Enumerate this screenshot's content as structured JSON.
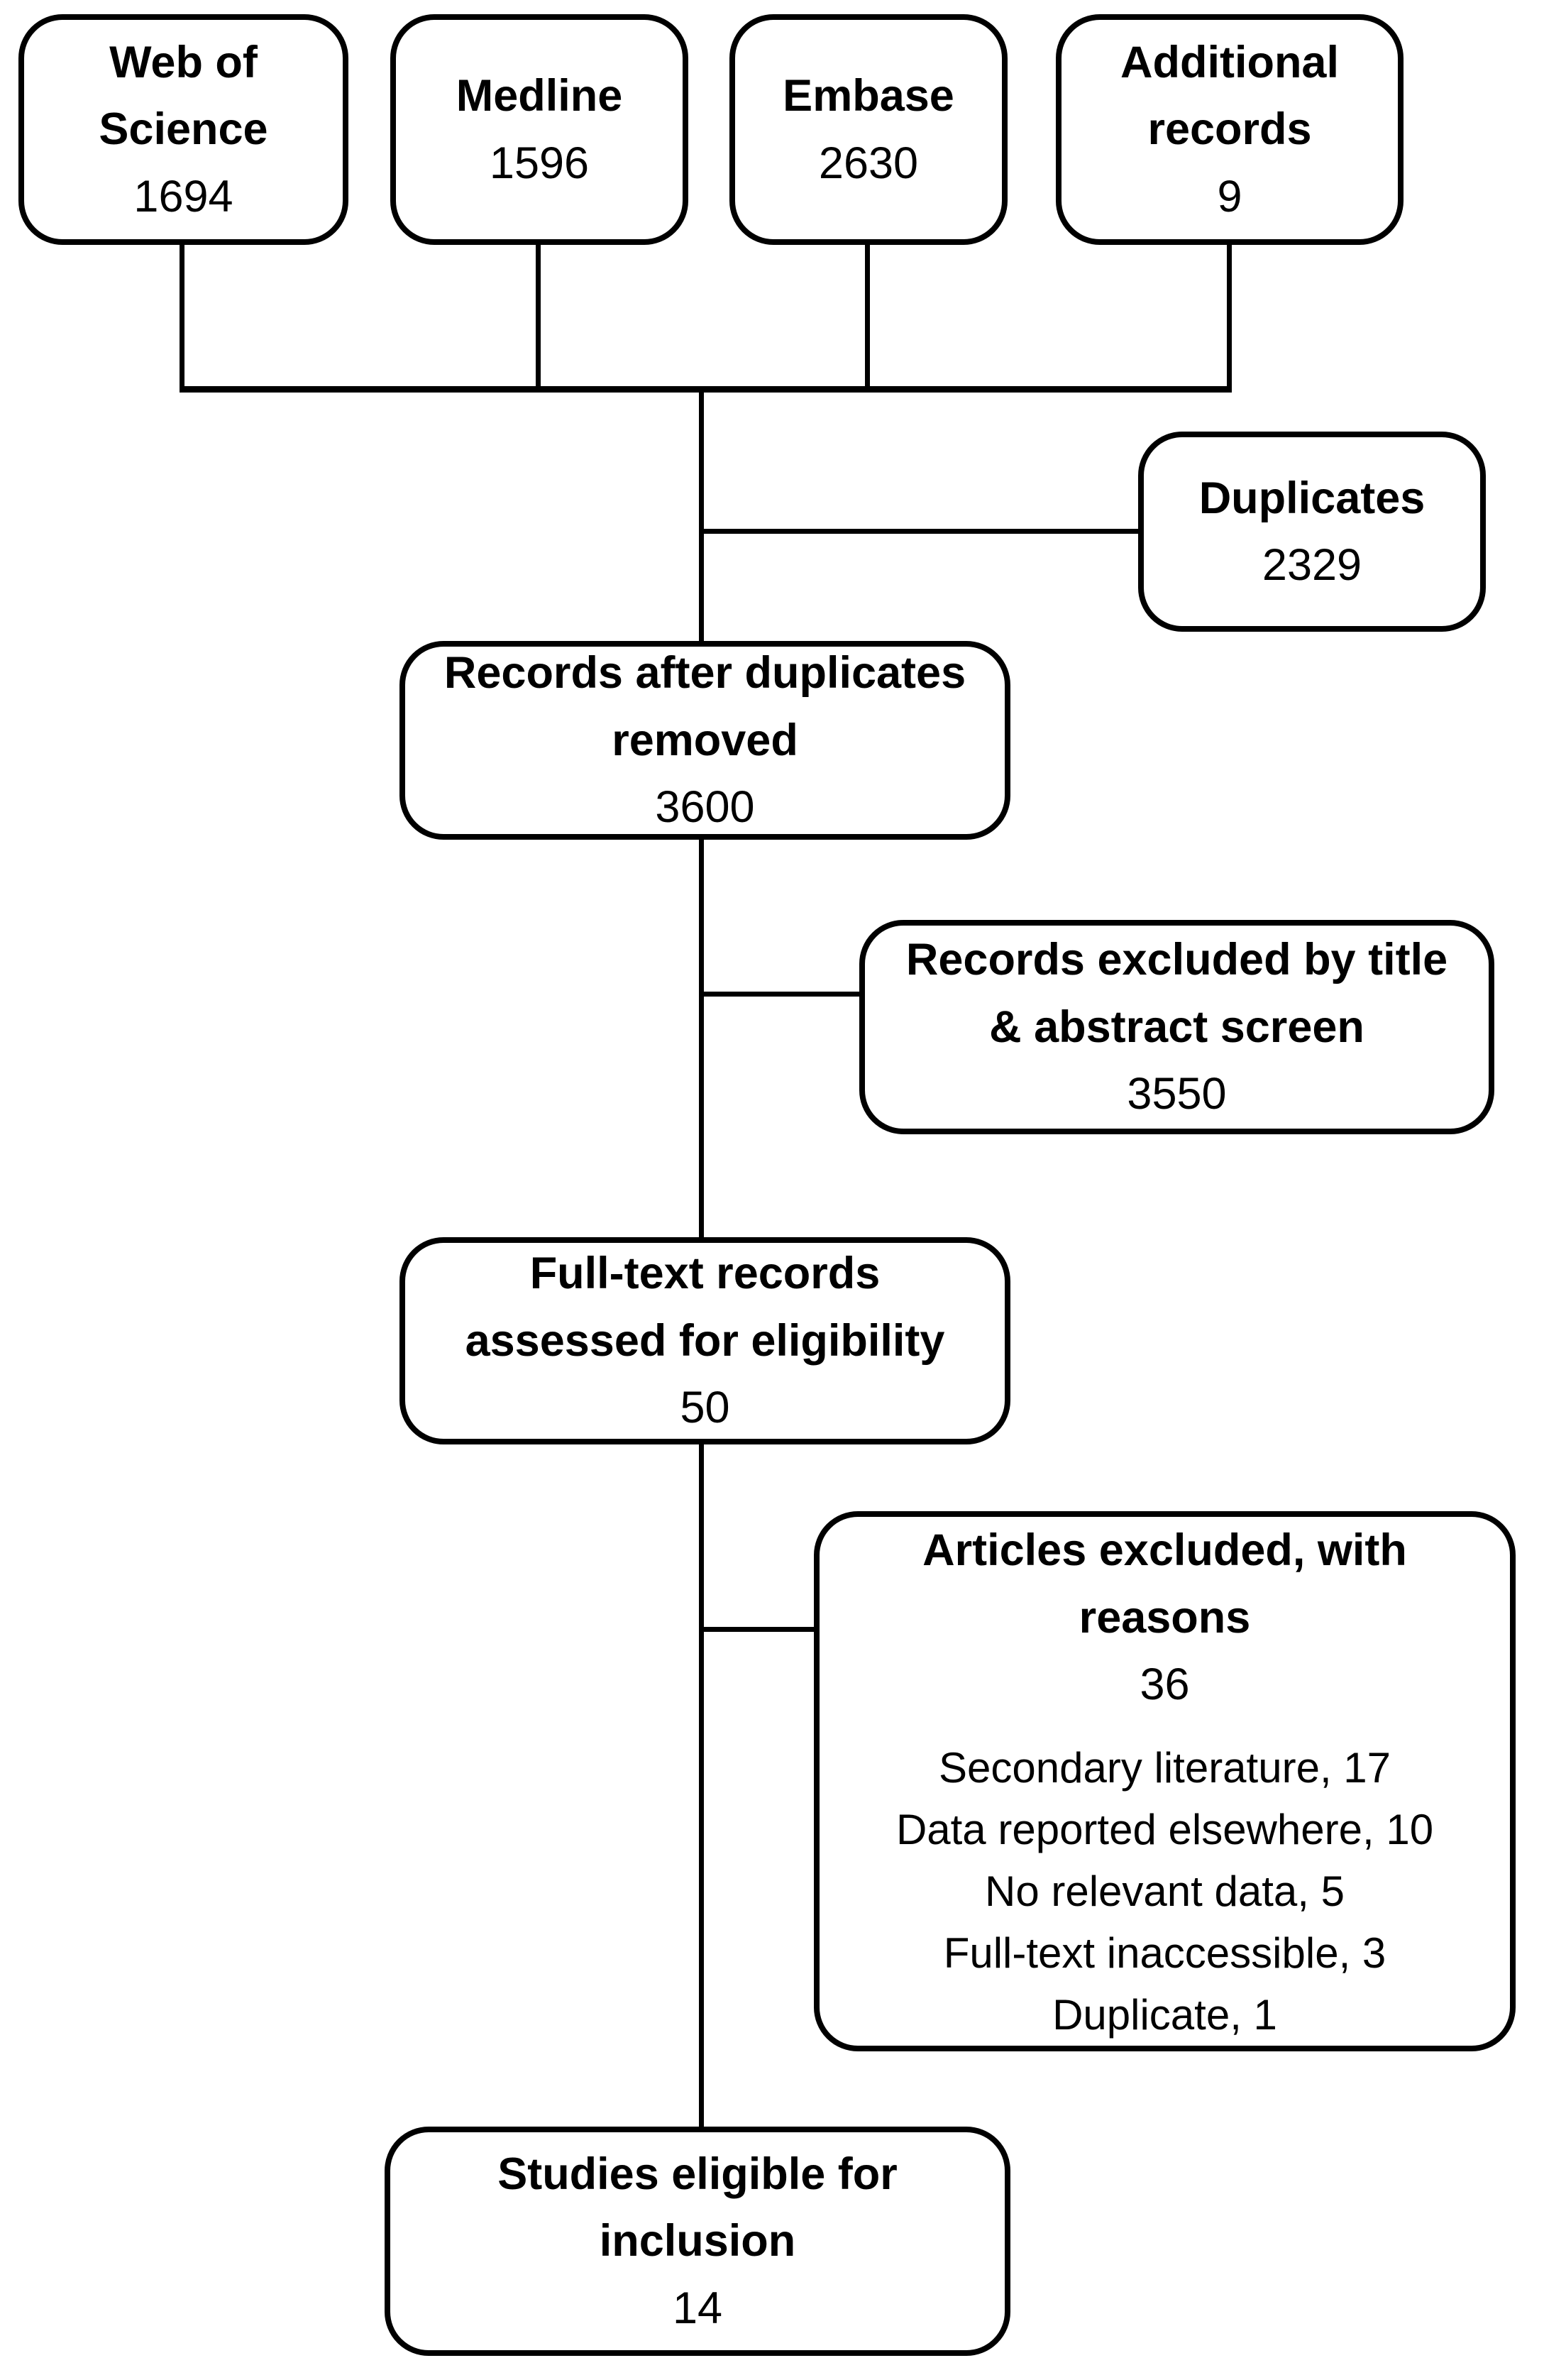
{
  "diagram": {
    "sources": {
      "web_of_science": {
        "lines": [
          "Web of",
          "Science"
        ],
        "count": "1694"
      },
      "medline": {
        "lines": [
          "Medline"
        ],
        "count": "1596"
      },
      "embase": {
        "lines": [
          "Embase"
        ],
        "count": "2630"
      },
      "additional": {
        "lines": [
          "Additional",
          "records"
        ],
        "count": "9"
      }
    },
    "duplicates": {
      "lines": [
        "Duplicates"
      ],
      "count": "2329"
    },
    "after_duplicates": {
      "lines": [
        "Records after duplicates",
        "removed"
      ],
      "count": "3600"
    },
    "excluded_title_abstract": {
      "lines": [
        "Records excluded by title",
        "& abstract screen"
      ],
      "count": "3550"
    },
    "full_text": {
      "lines": [
        "Full-text records",
        "assessed for eligibility"
      ],
      "count": "50"
    },
    "articles_excluded": {
      "lines": [
        "Articles excluded, with",
        "reasons"
      ],
      "count": "36",
      "reasons": [
        "Secondary literature, 17",
        "Data reported elsewhere, 10",
        "No relevant data, 5",
        "Full-text inaccessible, 3",
        "Duplicate, 1"
      ]
    },
    "included": {
      "lines": [
        "Studies eligible for",
        "inclusion"
      ],
      "count": "14"
    },
    "colors": {
      "line": "#000000",
      "background": "#ffffff",
      "text": "#000000"
    }
  }
}
